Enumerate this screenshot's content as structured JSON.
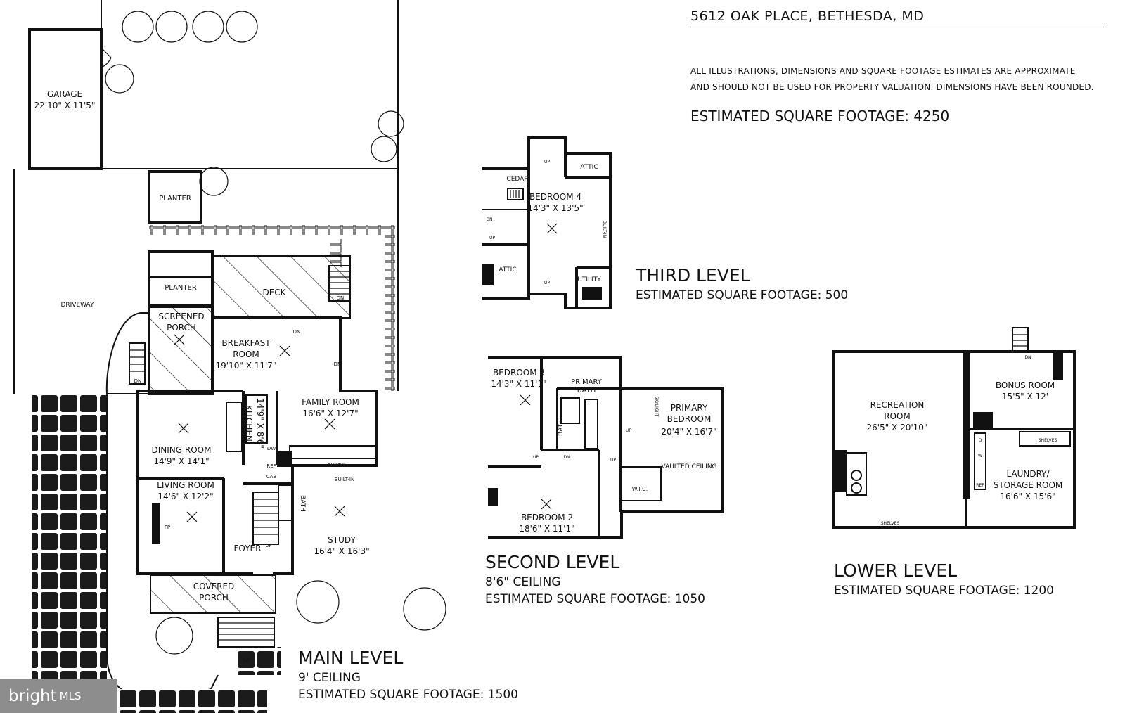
{
  "header": {
    "address": "5612 OAK PLACE, BETHESDA, MD",
    "disclaimer_line1": "ALL ILLUSTRATIONS, DIMENSIONS AND SQUARE FOOTAGE ESTIMATES ARE APPROXIMATE",
    "disclaimer_line2": "AND  SHOULD NOT BE USED FOR PROPERTY VALUATION. DIMENSIONS HAVE BEEN ROUNDED.",
    "total_sqft": "ESTIMATED SQUARE FOOTAGE: 4250"
  },
  "levels": {
    "main": {
      "title": "MAIN LEVEL",
      "ceiling": "9' CEILING",
      "sqft": "ESTIMATED SQUARE FOOTAGE: 1500"
    },
    "second": {
      "title": "SECOND LEVEL",
      "ceiling": "8'6\" CEILING",
      "sqft": "ESTIMATED SQUARE FOOTAGE: 1050"
    },
    "third": {
      "title": "THIRD LEVEL",
      "sqft": "ESTIMATED SQUARE FOOTAGE: 500"
    },
    "lower": {
      "title": "LOWER LEVEL",
      "sqft": "ESTIMATED SQUARE FOOTAGE: 1200"
    }
  },
  "rooms": {
    "garage": {
      "name": "GARAGE",
      "dims": "22'10\" X 11'5\""
    },
    "planter1": "PLANTER",
    "planter2": "PLANTER",
    "deck": "DECK",
    "driveway": "DRIVEWAY",
    "screened_porch": {
      "line1": "SCREENED",
      "line2": "PORCH"
    },
    "breakfast": {
      "line1": "BREAKFAST",
      "line2": "ROOM",
      "dims": "19'10\" X 11'7\""
    },
    "family": {
      "name": "FAMILY ROOM",
      "dims": "16'6\" X 12'7\""
    },
    "dining": {
      "name": "DINING ROOM",
      "dims": "14'9\" X 14'1\""
    },
    "kitchen": {
      "name": "KITCHEN",
      "dims": "14'9\" X 8'6\""
    },
    "living": {
      "name": "LIVING ROOM",
      "dims": "14'6\" X 12'2\""
    },
    "study": {
      "name": "STUDY",
      "dims": "16'4\" X 16'3\""
    },
    "foyer": "FOYER",
    "bath_main": "BATH",
    "covered_porch": {
      "line1": "COVERED",
      "line2": "PORCH"
    },
    "fp": "FP",
    "ref": "REF",
    "cab": "CAB",
    "dw": "DW",
    "builtin_main1": "BUILT-IN",
    "builtin_main2": "BUILT-IN",
    "cedar": "CEDAR",
    "bedroom4": {
      "name": "BEDROOM 4",
      "dims": "14'3\" X 13'5\""
    },
    "attic1": "ATTIC",
    "attic2": "ATTIC",
    "utility": "UTILITY",
    "builtin_third": "BUILT-IN",
    "bedroom3": {
      "name": "BEDROOM 3",
      "dims": "14'3\" X 11'1\""
    },
    "primary_bath": {
      "line1": "PRIMARY",
      "line2": "BATH"
    },
    "primary_bedroom": {
      "line1": "PRIMARY",
      "line2": "BEDROOM",
      "dims": "20'4\" X 16'7\""
    },
    "vaulted": "VAULTED CEILING",
    "skylight": "SKYLIGHT",
    "bath_second": "BATH",
    "wic": "W.I.C.",
    "bedroom2": {
      "name": "BEDROOM 2",
      "dims": "18'6\" X 11'1\""
    },
    "recreation": {
      "line1": "RECREATION",
      "line2": "ROOM",
      "dims": "26'5\" X 20'10\""
    },
    "bonus": {
      "name": "BONUS ROOM",
      "dims": "15'5\" X 12'"
    },
    "laundry": {
      "line1": "LAUNDRY/",
      "line2": "STORAGE ROOM",
      "dims": "16'6\" X 15'6\""
    },
    "shelves1": "SHELVES",
    "shelves2": "SHELVES",
    "ref_lower": "REF",
    "d": "D",
    "w": "W"
  },
  "stairs": {
    "up": "UP",
    "dn": "DN"
  },
  "watermark": {
    "brand": "bright",
    "suffix": "MLS"
  }
}
